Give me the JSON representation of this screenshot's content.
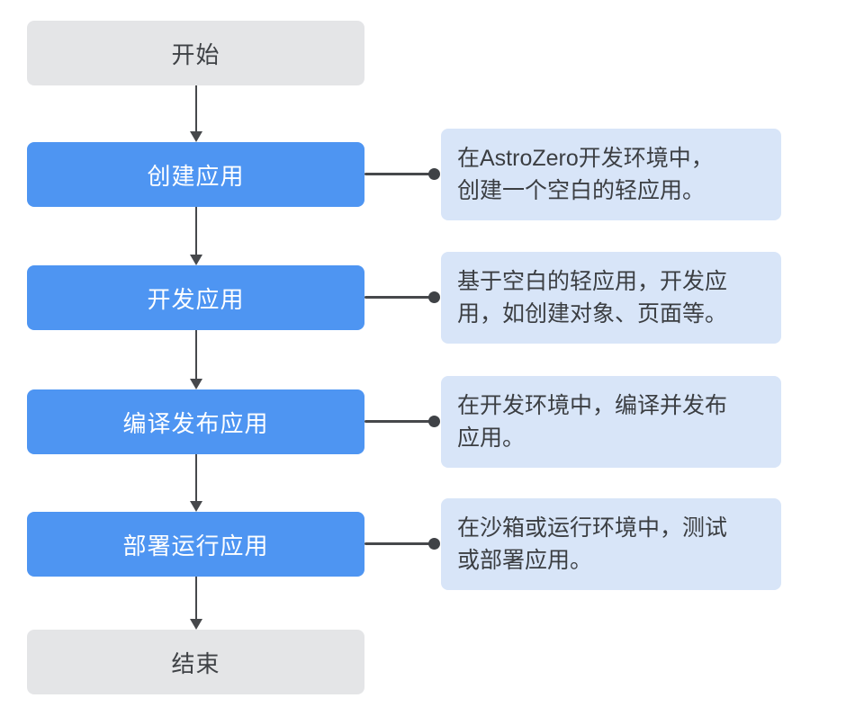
{
  "flowchart": {
    "start": {
      "label": "开始"
    },
    "end": {
      "label": "结束"
    },
    "steps": [
      {
        "label": "创建应用",
        "note": {
          "line1": "在AstroZero开发环境中，",
          "line2": "创建一个空白的轻应用。"
        }
      },
      {
        "label": "开发应用",
        "note": {
          "line1": "基于空白的轻应用，开发应",
          "line2": "用，如创建对象、页面等。"
        }
      },
      {
        "label": "编译发布应用",
        "note": {
          "line1": "在开发环境中，编译并发布",
          "line2": "应用。"
        }
      },
      {
        "label": "部署运行应用",
        "note": {
          "line1": "在沙箱或运行环境中，测试",
          "line2": "或部署应用。"
        }
      }
    ],
    "colors": {
      "step_bg": "#4E95F2",
      "step_text": "#FFFFFF",
      "terminal_bg": "#E4E5E7",
      "terminal_text": "#3F4246",
      "note_bg": "#D8E5F8",
      "note_text": "#3B3E42",
      "connector": "#46484B"
    }
  }
}
